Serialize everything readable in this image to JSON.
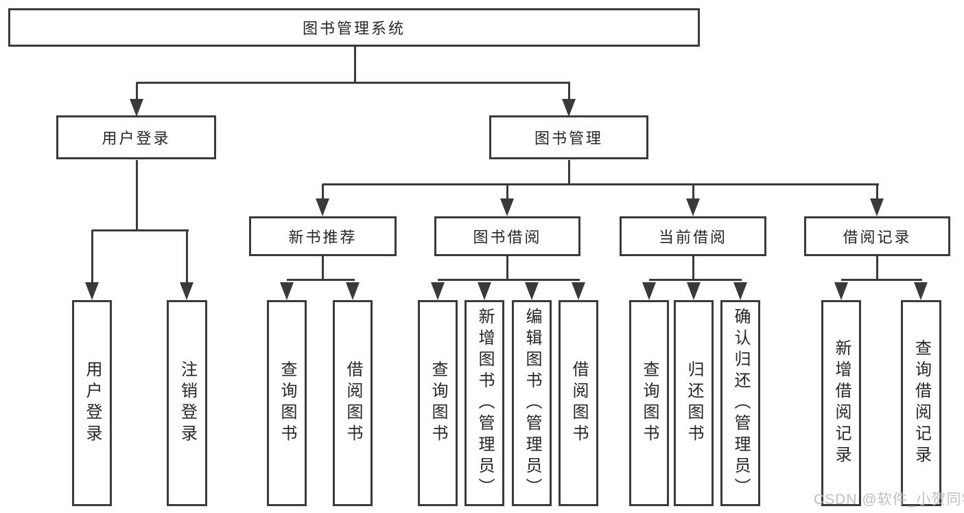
{
  "nodes": {
    "root": "图书管理系统",
    "level2": [
      "用户登录",
      "图书管理"
    ],
    "level3": [
      "新书推荐",
      "图书借阅",
      "当前借阅",
      "借阅记录"
    ],
    "leaves": {
      "login": [
        "用户登录",
        "注销登录"
      ],
      "recommend": [
        "查询图书",
        "借阅图书"
      ],
      "borrow": [
        "查询图书",
        "新增图书（管理员）",
        "编辑图书（管理员）",
        "借阅图书"
      ],
      "current": [
        "查询图书",
        "归还图书",
        "确认归还（管理员）"
      ],
      "records": [
        "新增借阅记录",
        "查询借阅记录"
      ]
    }
  },
  "watermark": "CSDN @软件_小贺同学",
  "colors": {
    "line": "#3a3a3a",
    "text": "#262626",
    "watermark": "#b9b9b9",
    "background": "#ffffff"
  }
}
